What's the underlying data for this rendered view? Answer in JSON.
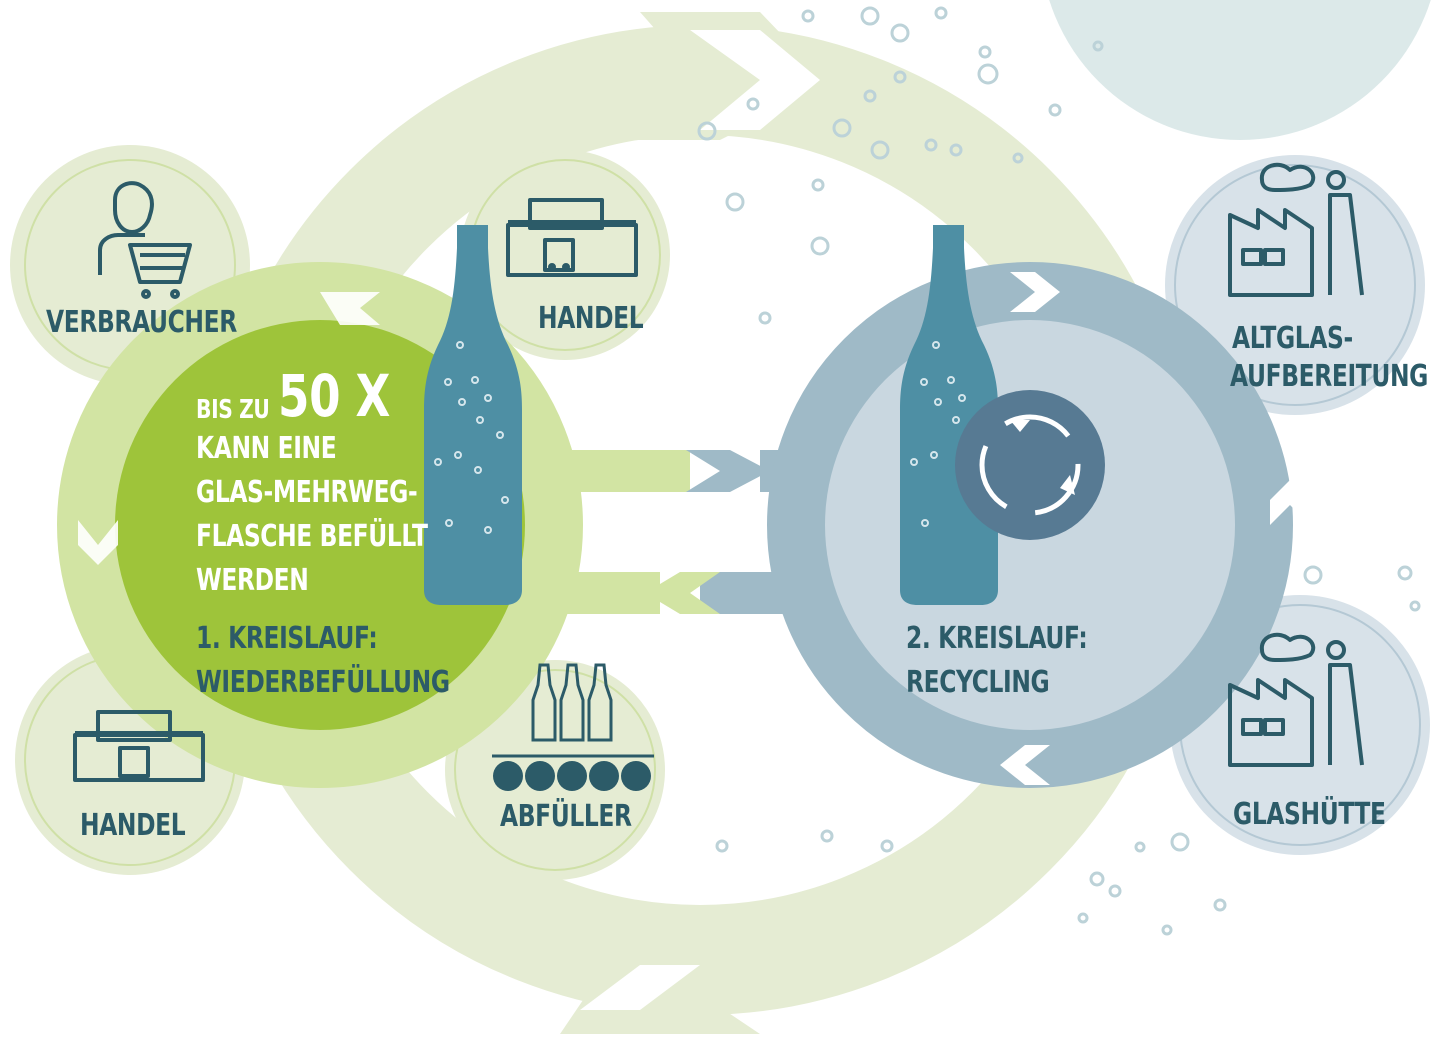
{
  "stations": {
    "verbraucher": "VERBRAUCHER",
    "handel_top": "HANDEL",
    "handel_bottom": "HANDEL",
    "abfueller": "ABFÜLLER",
    "altglas_line1": "ALTGLAS-",
    "altglas_line2": "AUFBEREITUNG",
    "glashuette": "GLASHÜTTE"
  },
  "center_green": {
    "pre": "BIS ZU",
    "big": "50 X",
    "line1": "KANN EINE",
    "line2": "GLAS-MEHRWEG-",
    "line3": "FLASCHE BEFÜLLT",
    "line4": "WERDEN",
    "cycle_line1": "1. KREISLAUF:",
    "cycle_line2": "WIEDERBEFÜLLUNG"
  },
  "center_blue": {
    "cycle_line1": "2. KREISLAUF:",
    "cycle_line2": "RECYCLING"
  },
  "colors": {
    "dark_teal": "#2c5b68",
    "green": "#9ec43a",
    "light_green": "#e5ecd3",
    "blue_grey": "#9fbac7",
    "bottle": "#4e8fa4"
  },
  "icons": [
    "person-cart-icon",
    "shop-icon",
    "bottle-icon",
    "bottling-line-icon",
    "recycle-icon",
    "factory-icon"
  ]
}
